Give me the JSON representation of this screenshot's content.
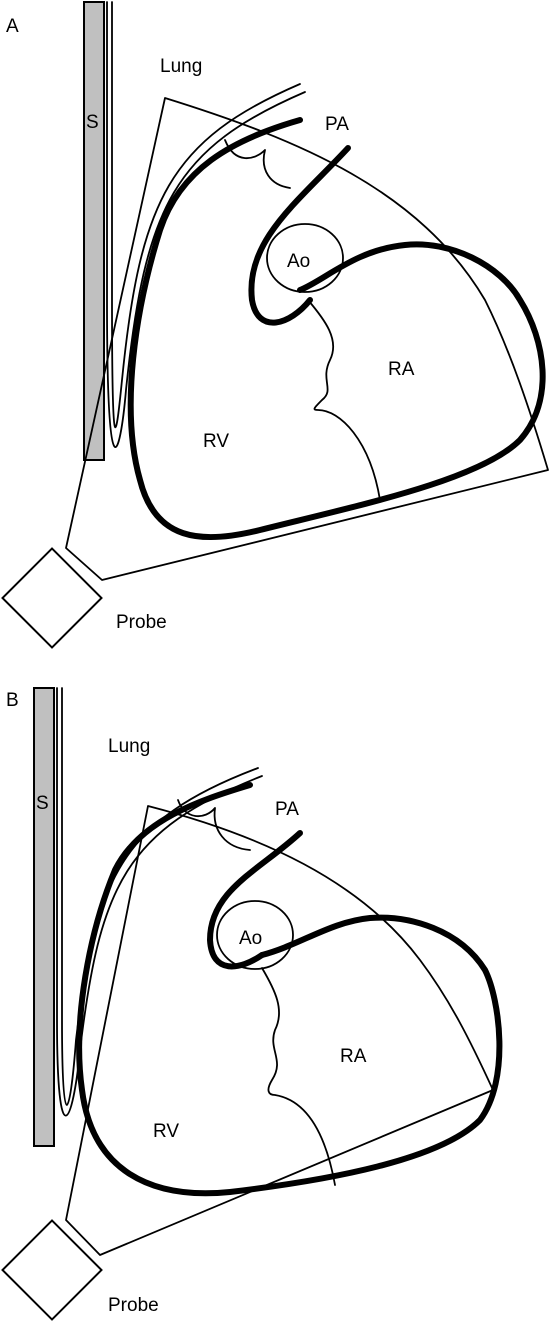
{
  "panels": [
    {
      "id": "A",
      "label": "A",
      "labels": {
        "sternum": "S",
        "lung": "Lung",
        "pa": "PA",
        "ao": "Ao",
        "ra": "RA",
        "rv": "RV",
        "probe": "Probe"
      }
    },
    {
      "id": "B",
      "label": "B",
      "labels": {
        "sternum": "S",
        "lung": "Lung",
        "pa": "PA",
        "ao": "Ao",
        "ra": "RA",
        "rv": "RV",
        "probe": "Probe"
      }
    }
  ]
}
